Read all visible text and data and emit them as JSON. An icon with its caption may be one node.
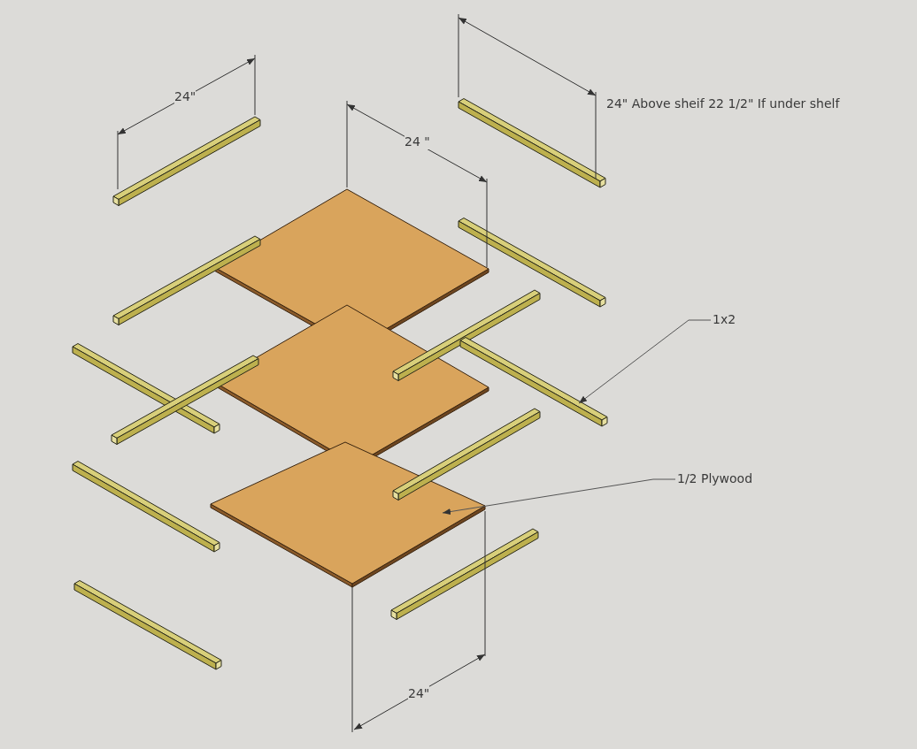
{
  "diagram": {
    "nodes": [
      {
        "text": [],
        "shape": "bar"
      },
      {
        "text": [],
        "shape": "bar"
      },
      {
        "text": [],
        "shape": "diamond"
      },
      {
        "text": [],
        "shape": "bar"
      },
      {
        "text": [],
        "shape": "bar"
      },
      {
        "text": [],
        "shape": "bar"
      },
      {
        "text": [],
        "shape": "diamond"
      },
      {
        "text": [
          "1x2"
        ]
      },
      {
        "text": [],
        "shape": "bar"
      },
      {
        "text": [],
        "shape": "bar"
      },
      {
        "text": [],
        "shape": "bar"
      },
      {
        "text": [],
        "shape": "bar"
      },
      {
        "text": [],
        "shape": "diamond"
      },
      {
        "text": [],
        "shape": "bar"
      },
      {
        "text": [
          "1/2 Plywood"
        ]
      },
      {
        "text": [],
        "shape": "bar"
      },
      {
        "text": [],
        "shape": "bar"
      }
    ],
    "edges": [
      {
        "from": 7,
        "to": 8,
        "arrow": "to"
      },
      {
        "from": 14,
        "to": 12,
        "arrow": "to"
      }
    ],
    "labels": [
      "24\"",
      "24 \"",
      "24\" Above sheif 22 1/2\" If under shelf",
      "24\""
    ]
  }
}
